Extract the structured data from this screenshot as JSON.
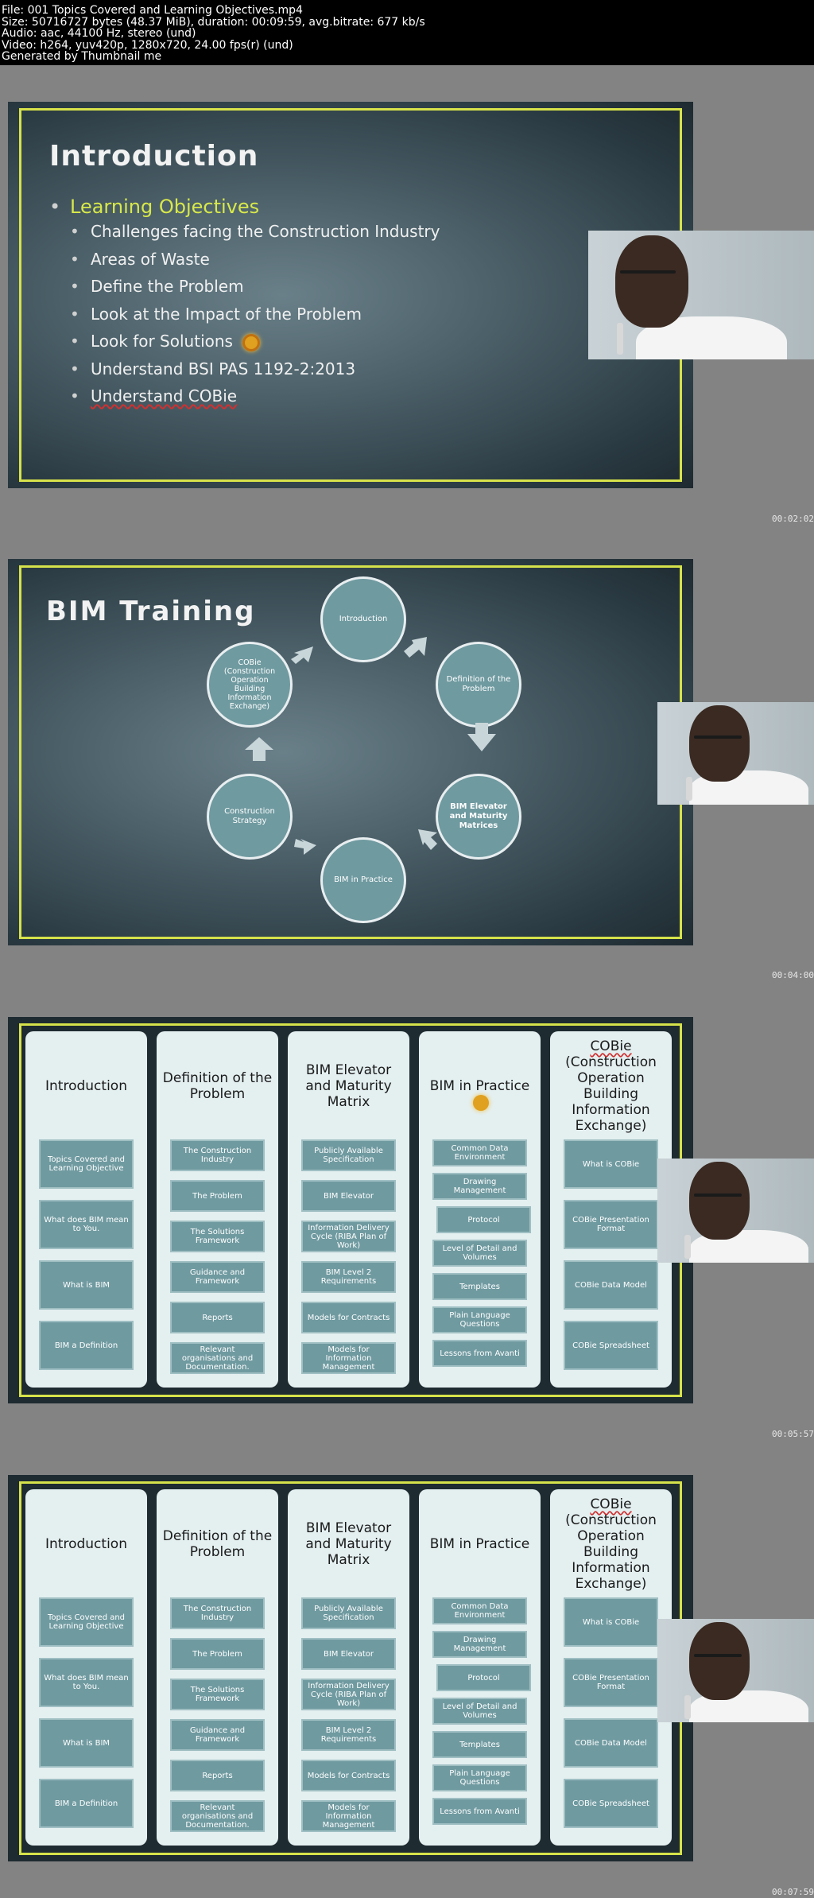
{
  "header": {
    "lines": [
      "File: 001 Topics Covered and Learning Objectives.mp4",
      "Size: 50716727 bytes (48.37 MiB), duration: 00:09:59, avg.bitrate: 677 kb/s",
      "Audio: aac, 44100 Hz, stereo (und)",
      "Video: h264, yuv420p, 1280x720, 24.00 fps(r) (und)",
      "Generated by Thumbnail me"
    ]
  },
  "timestamps": [
    "00:02:02",
    "00:04:00",
    "00:05:57",
    "00:07:59"
  ],
  "slide1": {
    "title": "Introduction",
    "main_bullet": "Learning Objectives",
    "sub_bullets": [
      "Challenges facing the Construction Industry",
      "Areas of Waste",
      "Define the Problem",
      "Look at the Impact of the Problem",
      "Look for Solutions",
      "Understand BSI PAS 1192-2:2013",
      "Understand COBie"
    ]
  },
  "slide2": {
    "title": "BIM Training",
    "nodes": {
      "n1": "Introduction",
      "n2": "Definition of the Problem",
      "n3": "BIM Elevator and Maturity Matrices",
      "n4": "BIM in Practice",
      "n5": "Construction Strategy",
      "n6": "COBie (Construction Operation Building Information Exchange)"
    }
  },
  "matrix": {
    "columns": [
      {
        "title": "Introduction",
        "items": [
          "Topics Covered and Learning Objective",
          "What does BIM mean to You.",
          "What is BIM",
          "BIM a Definition"
        ]
      },
      {
        "title": "Definition of the Problem",
        "items": [
          "The Construction Industry",
          "The Problem",
          "The Solutions Framework",
          "Guidance and Framework",
          "Reports",
          "Relevant organisations and Documentation."
        ]
      },
      {
        "title": "BIM Elevator and Maturity Matrix",
        "items": [
          "Publicly Available Specification",
          "BIM Elevator",
          "Information Delivery Cycle (RIBA Plan of Work)",
          "BIM Level 2 Requirements",
          "Models for Contracts",
          "Models for Information Management"
        ]
      },
      {
        "title": "BIM in Practice",
        "items": [
          "Common Data Environment",
          "Drawing Management",
          "Protocol",
          "Level of Detail and Volumes",
          "Templates",
          "Plain Language Questions",
          "Lessons from Avanti"
        ]
      },
      {
        "title": "COBie",
        "subtitle": "(Construction Operation Building Information Exchange)",
        "items": [
          "What is COBie",
          "COBie Presentation Format",
          "COBie Data Model",
          "COBie Spreadsheet"
        ]
      }
    ]
  }
}
